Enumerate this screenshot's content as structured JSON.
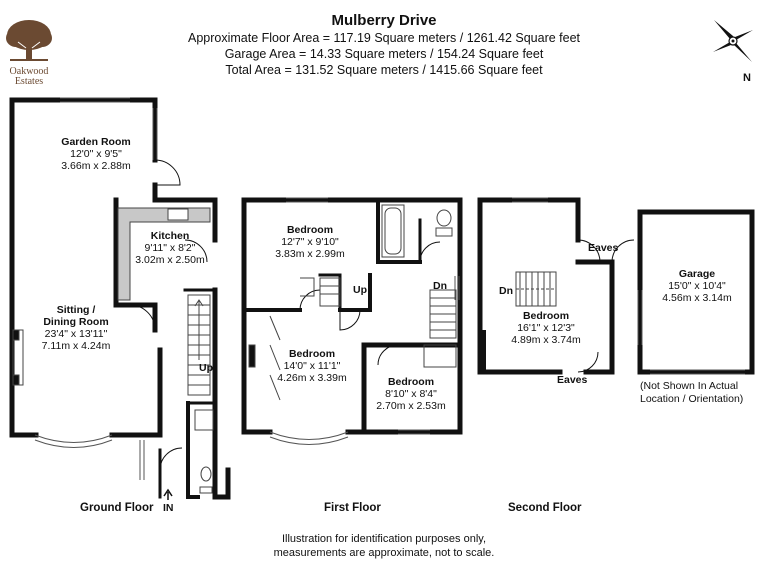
{
  "header": {
    "title": "Mulberry Drive",
    "lines": [
      "Approximate Floor Area = 117.19 Square meters / 1261.42 Square feet",
      "Garage Area = 14.33 Square meters / 154.24 Square feet",
      "Total Area = 131.52 Square meters / 1415.66 Square feet"
    ]
  },
  "logo": {
    "line1": "Oakwood",
    "line2": "Estates"
  },
  "compass": {
    "label": "N"
  },
  "rooms": {
    "garden_room": {
      "name": "Garden Room",
      "imperial": "12'0\" x 9'5\"",
      "metric": "3.66m x 2.88m"
    },
    "kitchen": {
      "name": "Kitchen",
      "imperial": "9'11\" x 8'2\"",
      "metric": "3.02m x 2.50m"
    },
    "sitting": {
      "name1": "Sitting /",
      "name2": "Dining Room",
      "imperial": "23'4\" x 13'11\"",
      "metric": "7.11m x 4.24m"
    },
    "bedroom_a": {
      "name": "Bedroom",
      "imperial": "12'7\" x 9'10\"",
      "metric": "3.83m x 2.99m"
    },
    "bedroom_b": {
      "name": "Bedroom",
      "imperial": "14'0\" x 11'1\"",
      "metric": "4.26m x 3.39m"
    },
    "bedroom_c": {
      "name": "Bedroom",
      "imperial": "8'10\" x 8'4\"",
      "metric": "2.70m x 2.53m"
    },
    "bedroom_d": {
      "name": "Bedroom",
      "imperial": "16'1\" x 12'3\"",
      "metric": "4.89m x 3.74m"
    },
    "garage": {
      "name": "Garage",
      "imperial": "15'0\" x 10'4\"",
      "metric": "4.56m x 3.14m"
    }
  },
  "labels": {
    "up": "Up",
    "dn": "Dn",
    "in": "IN",
    "eaves": "Eaves"
  },
  "garage_note": [
    "(Not Shown In Actual",
    "Location / Orientation)"
  ],
  "floors": {
    "ground": "Ground Floor",
    "first": "First Floor",
    "second": "Second Floor"
  },
  "footer": [
    "Illustration for identification purposes only,",
    "measurements are approximate, not to scale."
  ],
  "colors": {
    "wall": "#111111",
    "fixture_fill": "#c8c8c8",
    "logo": "#6b4a32"
  }
}
